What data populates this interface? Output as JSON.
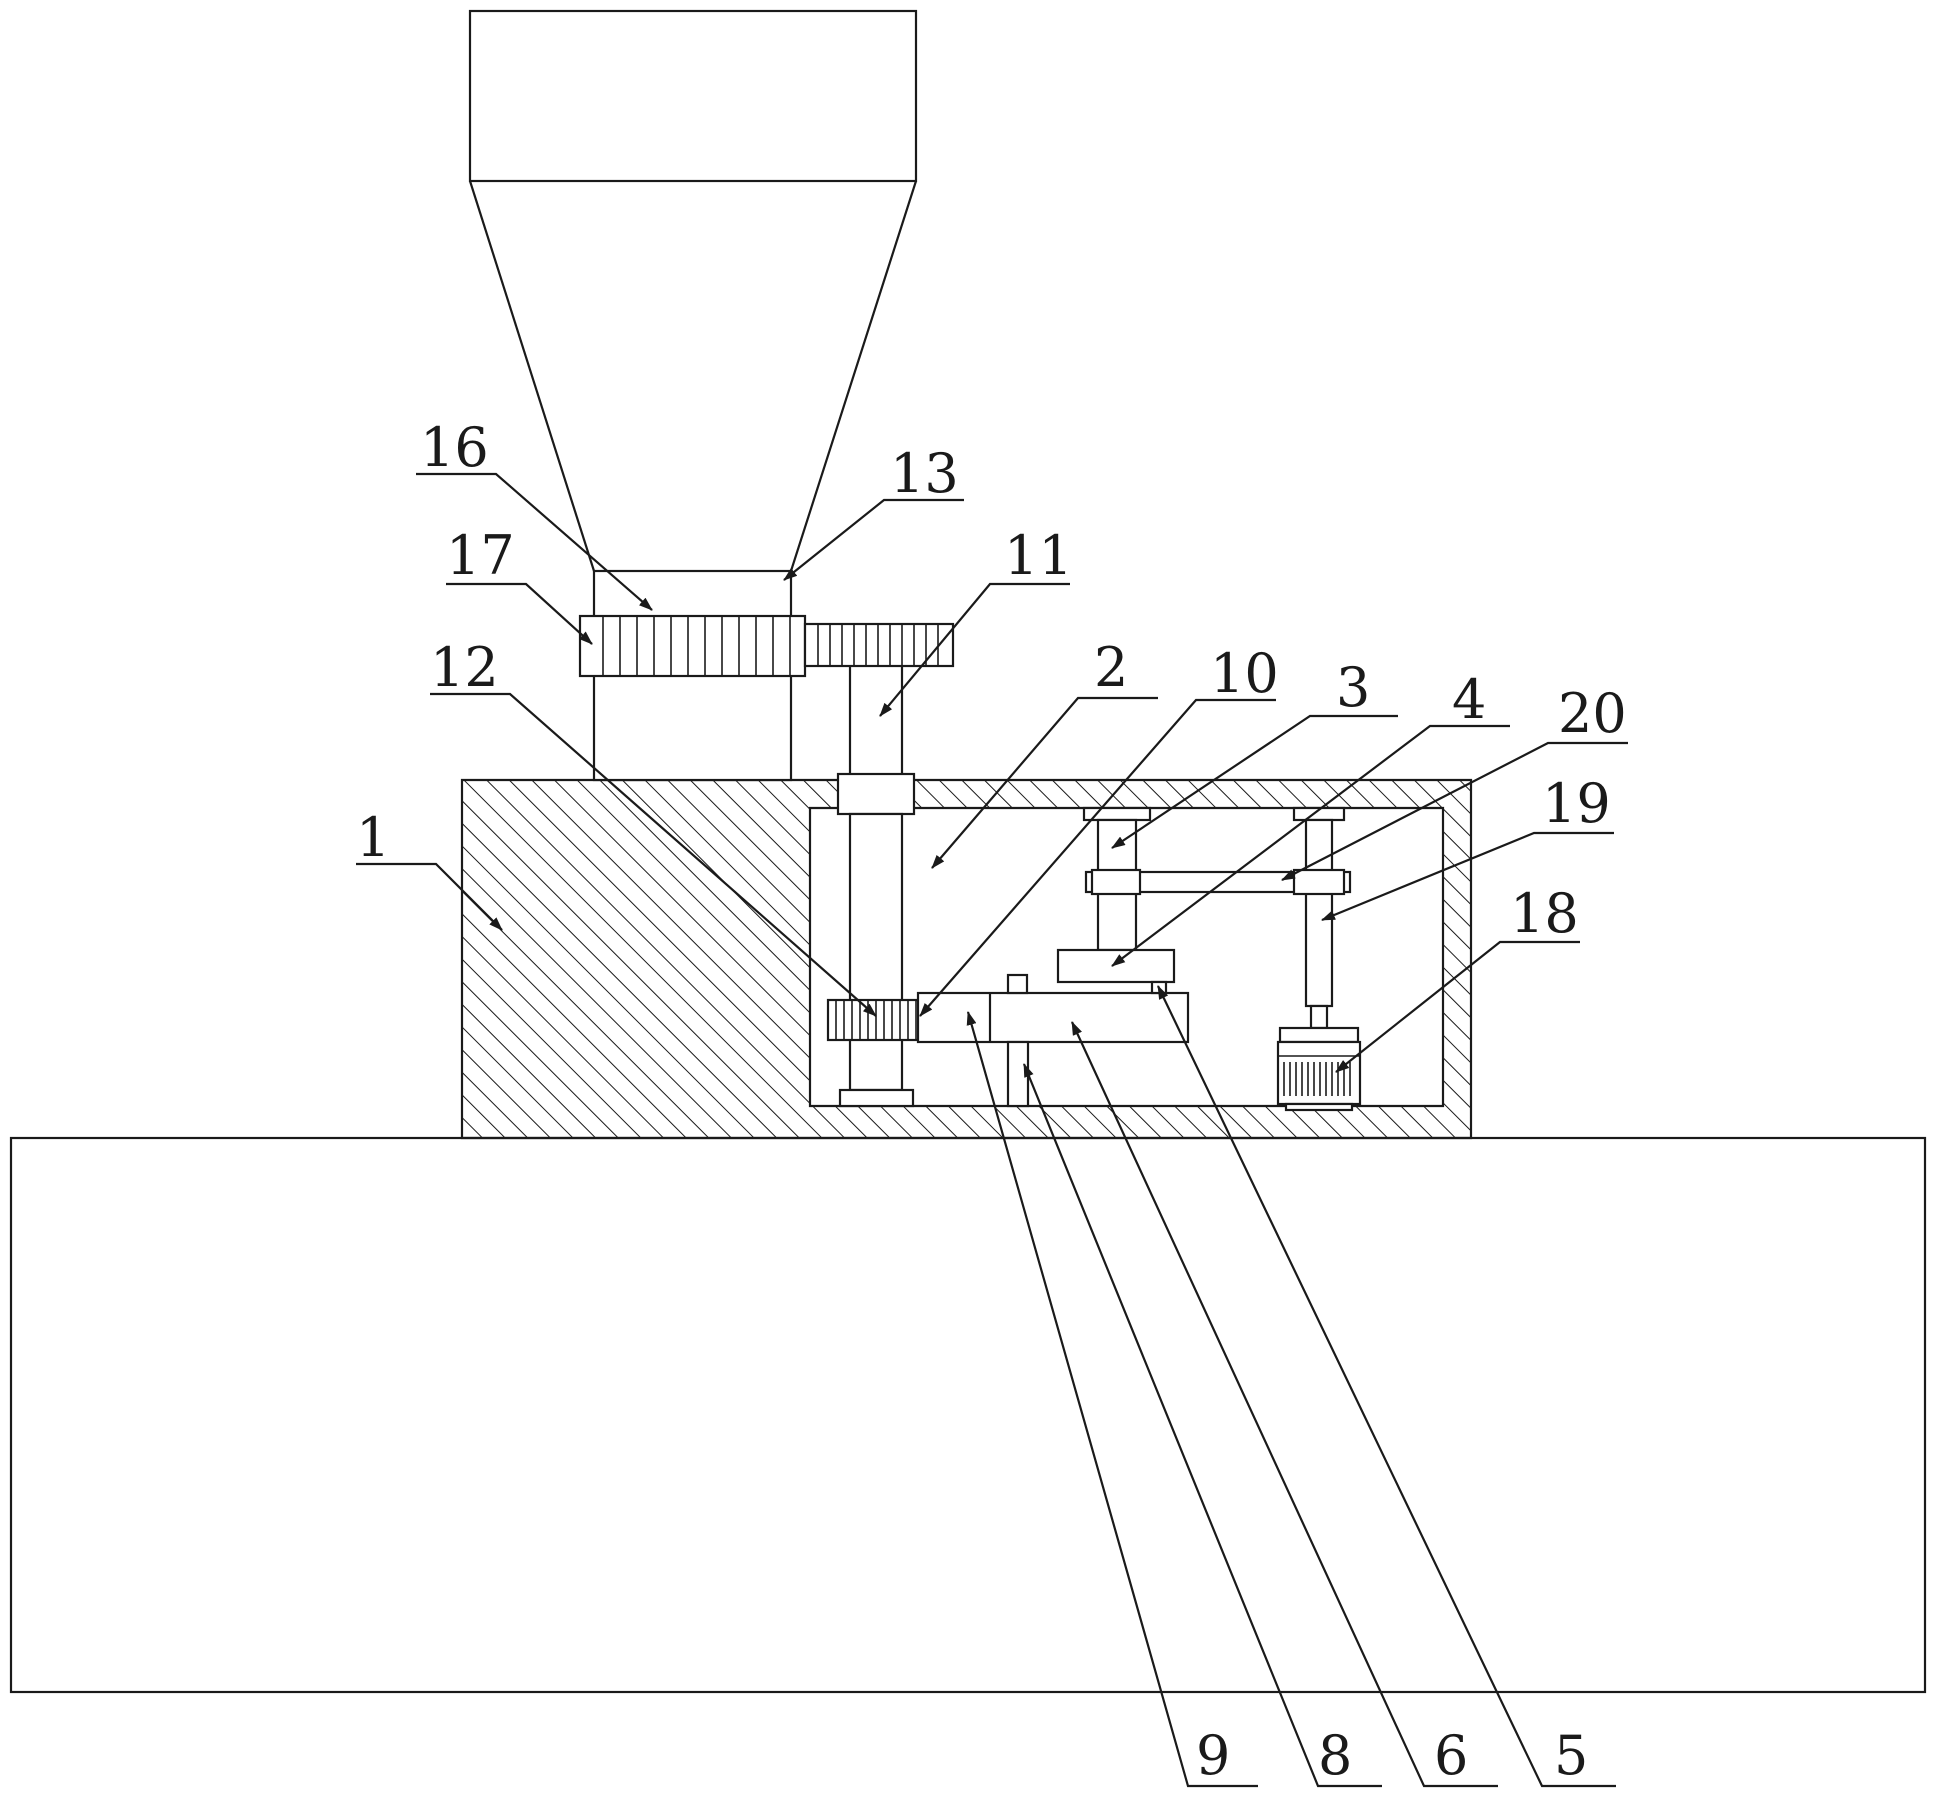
{
  "labels": {
    "l1": "1",
    "l2": "2",
    "l3": "3",
    "l4": "4",
    "l5": "5",
    "l6": "6",
    "l8": "8",
    "l9": "9",
    "l10": "10",
    "l11": "11",
    "l12": "12",
    "l13": "13",
    "l16": "16",
    "l17": "17",
    "l18": "18",
    "l19": "19",
    "l20": "20"
  },
  "colors": {
    "line": "#1a1a1a",
    "background": "#ffffff"
  }
}
